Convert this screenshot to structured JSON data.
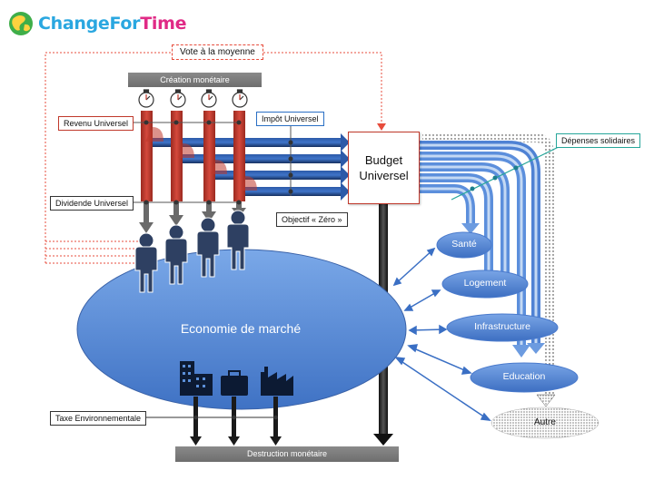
{
  "header": {
    "logo_part1": "ChangeFor",
    "logo_part2": "Time"
  },
  "labels": {
    "vote": "Vote à la moyenne",
    "creation": "Création monétaire",
    "revenu": "Revenu Universel",
    "impot": "Impôt Universel",
    "dividende": "Dividende Universel",
    "objectif": "Objectif « Zéro »",
    "depenses": "Dépenses solidaires",
    "taxe": "Taxe Environnementale",
    "destruction": "Destruction monétaire"
  },
  "budget": {
    "line1": "Budget",
    "line2": "Universel"
  },
  "economy": {
    "label": "Economie de marché"
  },
  "services": [
    {
      "label": "Santé"
    },
    {
      "label": "Logement"
    },
    {
      "label": "Infrastructure"
    },
    {
      "label": "Education"
    },
    {
      "label": "Autre"
    }
  ],
  "colors": {
    "accent_blue": "#2aa7e0",
    "accent_pink": "#e02a86",
    "economy_fill": "#5b8fd8",
    "flow_red": "#c0392b",
    "flow_navy": "#1f3f7a",
    "vote_dotted": "#e74c3c",
    "gray_bar": "#7f7f7f"
  },
  "icons": [
    "globe-icon",
    "stopwatch-icon",
    "person-icon",
    "building-icon",
    "briefcase-icon",
    "factory-icon"
  ]
}
